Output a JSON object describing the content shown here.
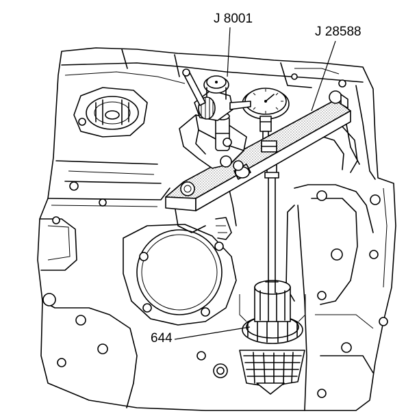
{
  "figure": {
    "callouts": [
      {
        "id": "j8001",
        "text": "J 8001"
      },
      {
        "id": "j28588",
        "text": "J 28588"
      },
      {
        "id": "part644",
        "text": "644"
      }
    ]
  }
}
